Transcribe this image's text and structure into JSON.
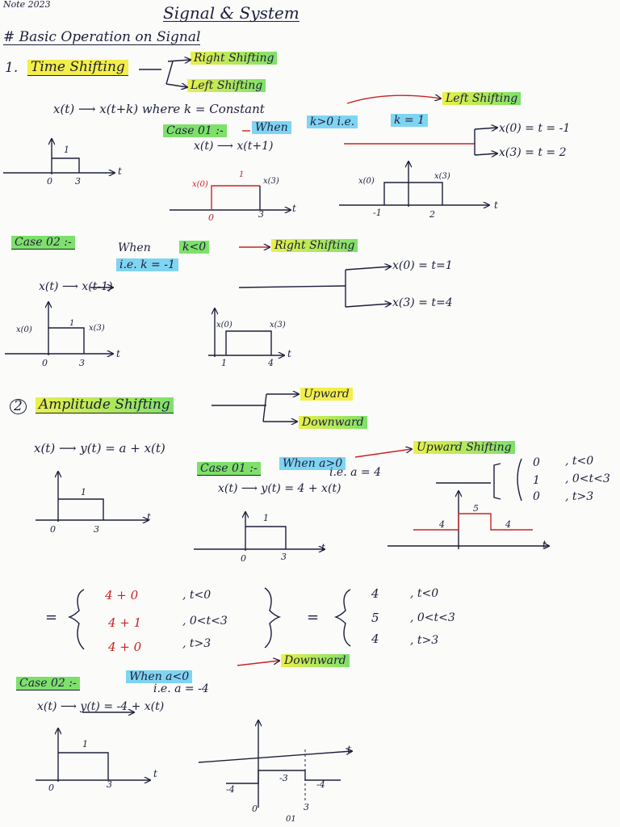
{
  "header": {
    "corner": "Note 2023",
    "title": "Signal & System",
    "subtitle": "# Basic Operation on Signal"
  },
  "sec1": {
    "num": "1.",
    "title": "Time Shifting",
    "right": "Right Shifting",
    "left": "Left Shifting",
    "formula": "x(t) ⟶ x(t+k) where k = Constant",
    "left_label": "Left Shifting",
    "case1_label": "Case 01 :-",
    "case1_when": "When",
    "case1_cond": "k>0 i.e.",
    "case1_k": "k = 1",
    "case1_map": "x(t) ⟶ x(t+1)",
    "case1_r1": "x(0) = t = -1",
    "case1_r2": "x(3) = t = 2",
    "case2_label": "Case 02 :-",
    "case2_when": "When",
    "case2_cond": "k<0",
    "case2_right": "Right Shifting",
    "case2_ie": "i.e. k = -1",
    "case2_map": "x(t) ⟶ x(t-1)",
    "case2_r1": "x(0) = t=1",
    "case2_r2": "x(3) = t=4"
  },
  "sec2": {
    "num": "2",
    "title": "Amplitude Shifting",
    "up": "Upward",
    "down": "Downward",
    "formula": "x(t) ⟶ y(t) = a + x(t)",
    "case1_label": "Case 01 :-",
    "case1_when": "When a>0",
    "case1_up": "Upward Shifting",
    "case1_ie": "i.e. a = 4",
    "case1_map": "x(t) ⟶ y(t) = 4 + x(t)",
    "piece_vals": [
      "0",
      "1",
      "0"
    ],
    "piece_conds": [
      ", t<0",
      ", 0<t<3",
      ", t>3"
    ],
    "sum_rows": [
      "4 + 0",
      "4 + 1",
      "4 + 0"
    ],
    "sum_conds": [
      ", t<0",
      ", 0<t<3",
      ", t>3"
    ],
    "eq": "=",
    "res_vals": [
      "4",
      "5",
      "4"
    ],
    "res_conds": [
      ", t<0",
      ", 0<t<3",
      ", t>3"
    ],
    "case2_label": "Case 02 :-",
    "case2_when": "When a<0",
    "case2_down": "Downward",
    "case2_ie": "i.e. a = -4",
    "case2_map": "x(t) ⟶ y(t) = -4 + x(t)"
  },
  "graph_labels": {
    "t": "t",
    "zero": "0",
    "one": "1",
    "three": "3",
    "two": "2",
    "four": "4",
    "five": "5",
    "neg_one": "-1",
    "neg_three": "-3",
    "neg_four": "-4",
    "x0": "x(0)",
    "x3": "x(3)",
    "footer": "01"
  }
}
